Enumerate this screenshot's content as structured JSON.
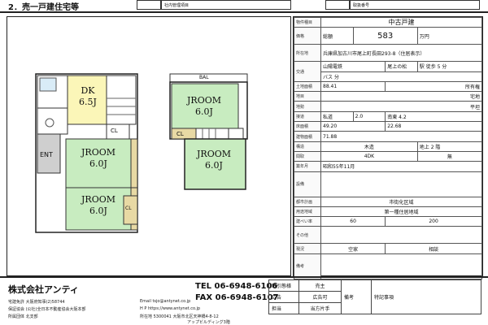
{
  "header": {
    "title": "2．売一戸建住宅等",
    "box1": "",
    "box2": "社内管理項目",
    "box3": "",
    "box4": "取扱番号"
  },
  "floorplan": {
    "rooms": {
      "dk_name": "DK",
      "dk_size": "6.5J",
      "room1_name": "JROOM",
      "room1_size": "6.0J",
      "room2_name": "JROOM",
      "room2_size": "6.0J",
      "room3_name": "JROOM",
      "room3_size": "6.0J",
      "room4_name": "JROOM",
      "room4_size": "6.0J",
      "cl": "CL",
      "ent": "ENT",
      "bal": "BAL"
    }
  },
  "spec": {
    "type_label": "物件種目",
    "type": "中古戸建",
    "price_label": "価格",
    "price_prefix": "総額",
    "price": "583",
    "price_unit": "万円",
    "location_label": "所在地",
    "location": "兵庫県加古川市尾上町長田293-8（住居表示）",
    "line": "山陽電鉄",
    "station": "尾上の松",
    "walk": "駅 徒歩 5 分",
    "bus": "バス 分",
    "land_area_label": "土地面積",
    "land_area": "88.41",
    "land_rights": "所有権",
    "land_use": "宅地",
    "terrain": "平坦",
    "road": "私道",
    "road_width": "2.0",
    "road_south": "南東 4.2",
    "floor1": "49.20",
    "floor2": "22.68",
    "building_area_label": "建物面積",
    "building_area": "71.88",
    "structure": "木造",
    "floors": "地上 2 階",
    "layout": "4DK",
    "parking": "無",
    "built": "昭和55年11月",
    "zoning": "市街化区域",
    "use_district": "第一種住居地域",
    "coverage": "60",
    "far": "200",
    "current_status": "空家",
    "handover": "相談",
    "remarks_label": "備考"
  },
  "footer": {
    "company": "株式会社アンティ",
    "tel": "TEL 06-6948-6106",
    "fax": "FAX 06-6948-6107",
    "license": "宅建免許 大阪府知事(2)58744",
    "guarantee": "保証協会 (公社)全日本不動産協会大阪本部",
    "member": "所属団体 北支部",
    "email": "Email tsjo@antynet.co.jp",
    "hp": "H P https://www.antynet.co.jp",
    "address": "所在地 5300041 大阪市北区天神橋4-8-12",
    "building": "アップビルディング3階",
    "c1": "取引態様",
    "c1v": "売主",
    "c2": "広告",
    "c2v": "広告可",
    "c3": "担当",
    "c3v": "当方片手",
    "c4": "備考",
    "c5": "特記事項"
  }
}
